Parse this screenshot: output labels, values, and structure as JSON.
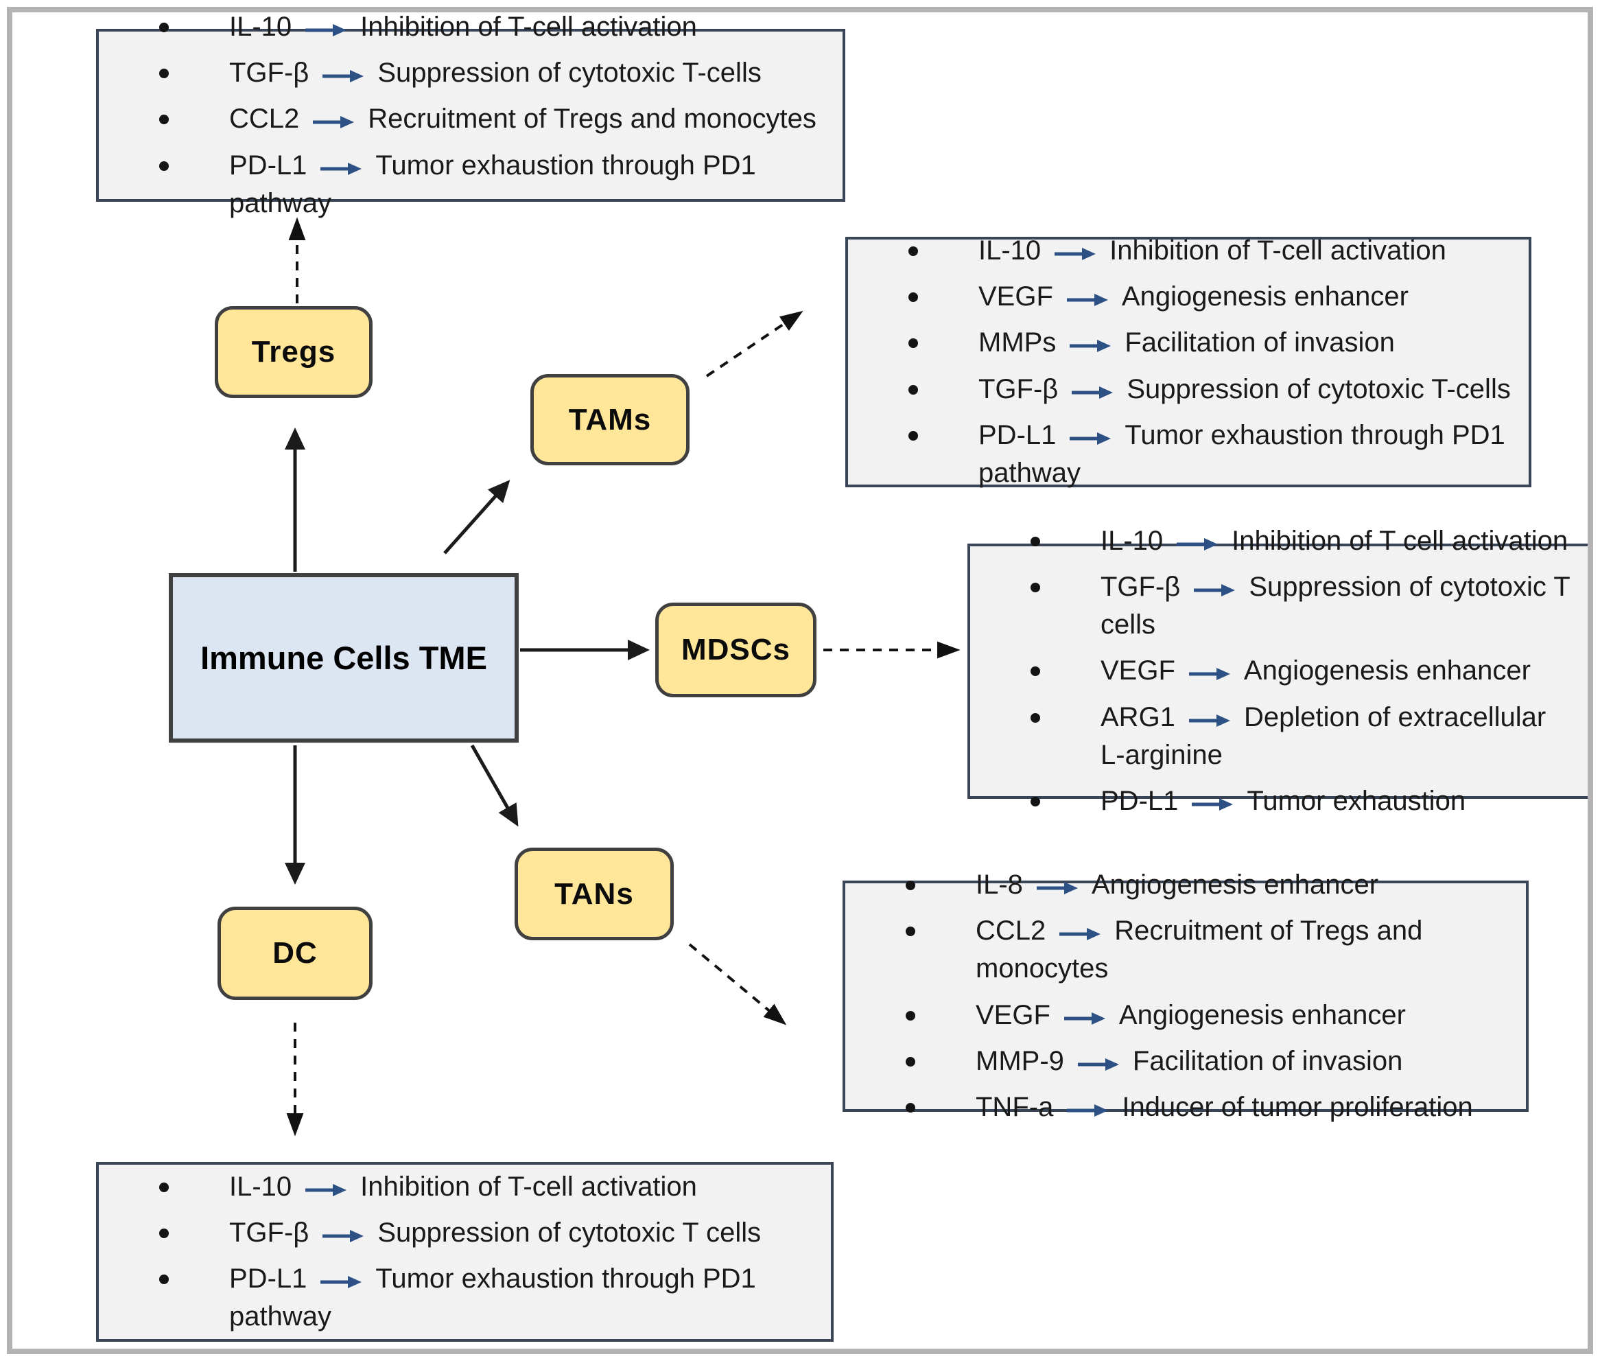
{
  "diagram": {
    "center_node": {
      "label": "Immune Cells TME"
    },
    "nodes": [
      {
        "id": "tregs",
        "label": "Tregs"
      },
      {
        "id": "tams",
        "label": "TAMs"
      },
      {
        "id": "mdscs",
        "label": "MDSCs"
      },
      {
        "id": "tans",
        "label": "TANs"
      },
      {
        "id": "dc",
        "label": "DC"
      }
    ],
    "panels": [
      {
        "id": "tregs-panel",
        "items": [
          {
            "factor": "IL-10",
            "effect": "Inhibition of T-cell activation"
          },
          {
            "factor": "TGF-β",
            "effect": "Suppression of cytotoxic T-cells"
          },
          {
            "factor": "CCL2",
            "effect": "Recruitment of Tregs and monocytes"
          },
          {
            "factor": "PD-L1",
            "effect": "Tumor exhaustion through PD1 pathway"
          }
        ]
      },
      {
        "id": "tams-panel",
        "items": [
          {
            "factor": "IL-10",
            "effect": "Inhibition of T-cell activation"
          },
          {
            "factor": "VEGF",
            "effect": "Angiogenesis enhancer"
          },
          {
            "factor": "MMPs",
            "effect": "Facilitation of invasion"
          },
          {
            "factor": "TGF-β",
            "effect": "Suppression of cytotoxic T-cells"
          },
          {
            "factor": "PD-L1",
            "effect": "Tumor exhaustion through PD1 pathway"
          }
        ]
      },
      {
        "id": "mdscs-panel",
        "items": [
          {
            "factor": "IL-10",
            "effect": "Inhibition of T cell activation"
          },
          {
            "factor": "TGF-β",
            "effect": "Suppression of cytotoxic T cells"
          },
          {
            "factor": "VEGF",
            "effect": "Angiogenesis enhancer"
          },
          {
            "factor": "ARG1",
            "effect": "Depletion of extracellular L-arginine"
          },
          {
            "factor": "PD-L1",
            "effect": "Tumor exhaustion"
          }
        ]
      },
      {
        "id": "tans-panel",
        "items": [
          {
            "factor": "IL-8",
            "effect": "Angiogenesis enhancer"
          },
          {
            "factor": "CCL2",
            "effect": "Recruitment of Tregs and monocytes"
          },
          {
            "factor": "VEGF",
            "effect": "Angiogenesis enhancer"
          },
          {
            "factor": "MMP-9",
            "effect": "Facilitation of invasion"
          },
          {
            "factor": "TNF-a",
            "effect": "Inducer of tumor proliferation"
          }
        ]
      },
      {
        "id": "dc-panel",
        "items": [
          {
            "factor": "IL-10",
            "effect": "Inhibition of T-cell activation"
          },
          {
            "factor": "TGF-β",
            "effect": "Suppression of cytotoxic T cells"
          },
          {
            "factor": "PD-L1",
            "effect": "Tumor exhaustion through PD1 pathway"
          }
        ]
      }
    ]
  },
  "colors": {
    "inline_arrow": "#2e5185",
    "node_fill": "#ffe699",
    "node_border": "#404040",
    "panel_fill": "#f2f2f2",
    "panel_border": "#3a4657",
    "center_fill": "#dce6f2",
    "connector": "#1b1b1b",
    "outer_frame": "#b3b3b3"
  }
}
